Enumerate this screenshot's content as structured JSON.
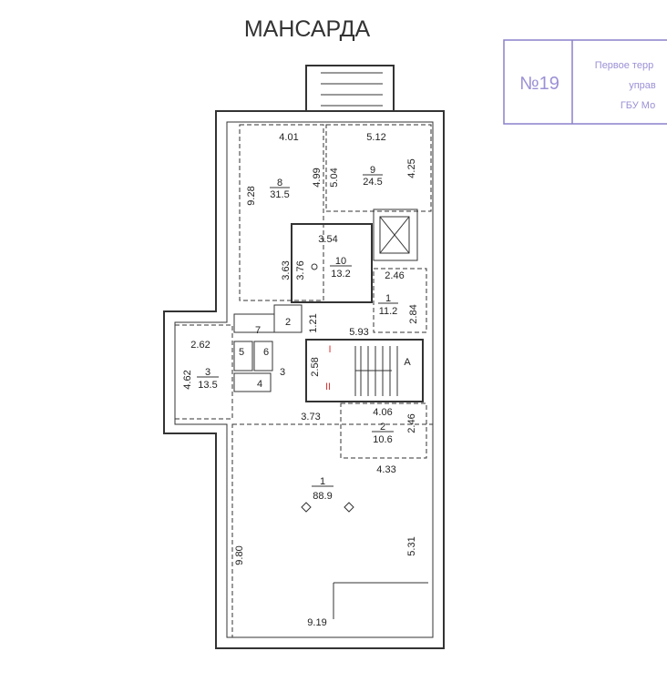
{
  "title": "МАНСАРДА",
  "stamp": {
    "number": "№19",
    "line1": "Первое терр",
    "line2": "управ",
    "line3": "ГБУ Мо",
    "color": "#8a80cc"
  },
  "rooms": {
    "r8": {
      "num": "8",
      "area": "31.5"
    },
    "r9": {
      "num": "9",
      "area": "24.5"
    },
    "r10": {
      "num": "10",
      "area": "13.2"
    },
    "r1s": {
      "num": "1",
      "area": "11.2"
    },
    "r3": {
      "num": "3",
      "area": "13.5"
    },
    "r2": {
      "num": "2",
      "area": "10.6"
    },
    "r1": {
      "num": "1",
      "area": "88.9"
    },
    "small": {
      "r7": "7",
      "r2": "2",
      "r3": "3",
      "r4": "4",
      "r5": "5",
      "r6": "6"
    },
    "stair": {
      "a": "А",
      "i": "I",
      "ii": "II"
    }
  },
  "dims": {
    "d401": "4.01",
    "d512": "5.12",
    "d928": "9.28",
    "d499": "4.99",
    "d504": "5.04",
    "d425": "4.25",
    "d354": "3.54",
    "d363": "3.63",
    "d376": "3.76",
    "d246a": "2.46",
    "d284": "2.84",
    "d121": "1.21",
    "d593": "5.93",
    "d262": "2.62",
    "d462": "4.62",
    "d258": "2.58",
    "d373": "3.73",
    "d406": "4.06",
    "d246b": "2.46",
    "d433": "4.33",
    "d980": "9.80",
    "d531": "5.31",
    "d919": "9.19"
  }
}
